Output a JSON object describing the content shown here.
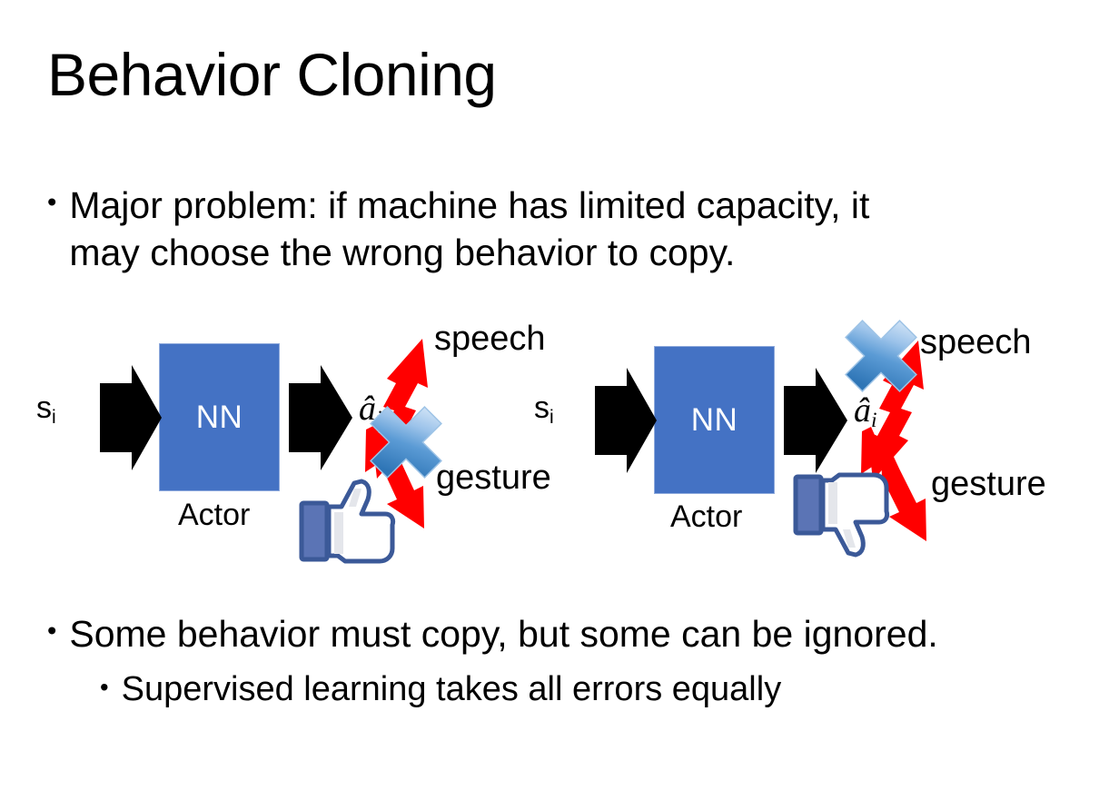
{
  "slide": {
    "title": "Behavior Cloning",
    "background_color": "#FFFFFF",
    "text_color": "#000000"
  },
  "bullets": {
    "top": {
      "marker": "•",
      "text": "Major problem: if machine has limited capacity, it may choose the wrong behavior to copy."
    },
    "bottom_level1": {
      "marker": "•",
      "text": "Some behavior must copy, but some can be ignored."
    },
    "bottom_level2": {
      "marker": "•",
      "text": "Supervised learning takes all errors equally"
    }
  },
  "colors": {
    "nn_box_fill": "#4472C4",
    "nn_box_border": "#8FAADC",
    "nn_box_text": "#FFFFFF",
    "arrow_black": "#000000",
    "arrow_red": "#FF0000",
    "cross_blue_light": "#DCE9F8",
    "cross_blue_mid": "#6FA8DC",
    "cross_blue_dark": "#2E75B6",
    "thumb_outline": "#3B5998",
    "thumb_fill": "#FFFFFF",
    "thumb_cuff": "#5B74B5",
    "thumb_shadow": "#E4E6EB"
  },
  "diagrams": [
    {
      "id": "left",
      "input_label": "s",
      "input_subscript": "i",
      "box_label": "NN",
      "box_caption": "Actor",
      "output_label": "â",
      "output_subscript": "i",
      "branches": [
        {
          "name": "speech",
          "label": "speech",
          "crossed_out": false
        },
        {
          "name": "gesture",
          "label": "gesture",
          "crossed_out": true
        }
      ],
      "feedback_icon": "thumbs-up-icon",
      "feedback_sentiment": "positive"
    },
    {
      "id": "right",
      "input_label": "s",
      "input_subscript": "i",
      "box_label": "NN",
      "box_caption": "Actor",
      "output_label": "â",
      "output_subscript": "i",
      "branches": [
        {
          "name": "speech",
          "label": "speech",
          "crossed_out": true
        },
        {
          "name": "gesture",
          "label": "gesture",
          "crossed_out": false
        }
      ],
      "feedback_icon": "thumbs-down-icon",
      "feedback_sentiment": "negative"
    }
  ]
}
